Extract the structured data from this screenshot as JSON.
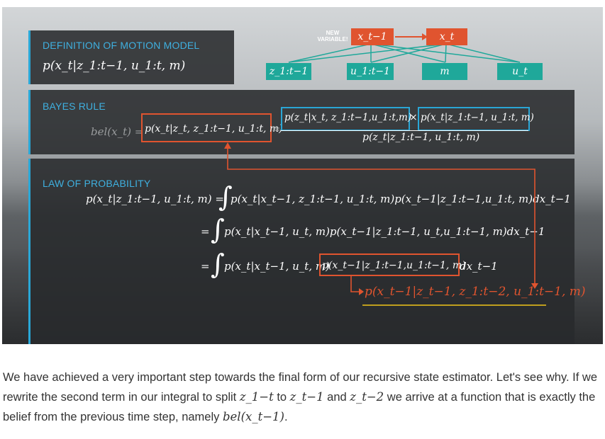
{
  "slide": {
    "motion_model": {
      "title": "DEFINITION OF MOTION MODEL",
      "formula": "p(x_t|z_1:t−1, u_1:t, m)"
    },
    "graph": {
      "new_variable_label": "NEW VARIABLE!",
      "nodes_top": [
        "x_t−1",
        "x_t"
      ],
      "nodes_bottom": [
        "z_1:t−1",
        "u_1:t−1",
        "m",
        "u_t"
      ]
    },
    "bayes": {
      "title": "BAYES RULE",
      "lhs": "bel(x_t) =",
      "posterior": "p(x_t|z_t, z_1:t−1, u_1:t, m)",
      "equals": "=",
      "likelihood": "p(z_t|x_t, z_1:t−1,u_1:t,m)",
      "times": "×",
      "prior": "p(x_t|z_1:t−1, u_1:t, m)",
      "denominator": "p(z_t|z_1:t−1, u_1:t, m)"
    },
    "law": {
      "title": "LAW OF PROBABILITY",
      "lhs": "p(x_t|z_1:t−1, u_1:t, m) =",
      "line1": "p(x_t|x_t−1, z_1:t−1, u_1:t, m)p(x_t−1|z_1:t−1,u_1:t, m)dx_t−1",
      "eq2": "=",
      "line2": "p(x_t|x_t−1, u_t, m)p(x_t−1|z_1:t−1, u_t,u_1:t−1, m)dx_t−1",
      "eq3": "=",
      "line3_a": "p(x_t|x_t−1, u_t, m)",
      "line3_box": "p(x_t−1|z_1:t−1,u_1:t−1, m)",
      "line3_b": "dx_t−1",
      "result": "p(x_t−1|z_t−1, z_1:t−2, u_1:t−1, m)"
    },
    "colors": {
      "accent_blue": "#29a8d8",
      "accent_red": "#e0542f",
      "teal": "#1fa89a",
      "underline": "#f0c419"
    }
  },
  "paragraph": {
    "text1": "We have achieved a very important step towards the final form of our recursive state estimator. Let's see why. If we rewrite the second term in our integral to split ",
    "m1": "z_1−t",
    "text2": " to ",
    "m2": "z_t−1",
    "text3": " and ",
    "m3": "z_t−2",
    "text4": " we arrive at a function that is exactly the belief from the previous time step, namely ",
    "m4": "bel(x_t−1)",
    "text5": "."
  }
}
